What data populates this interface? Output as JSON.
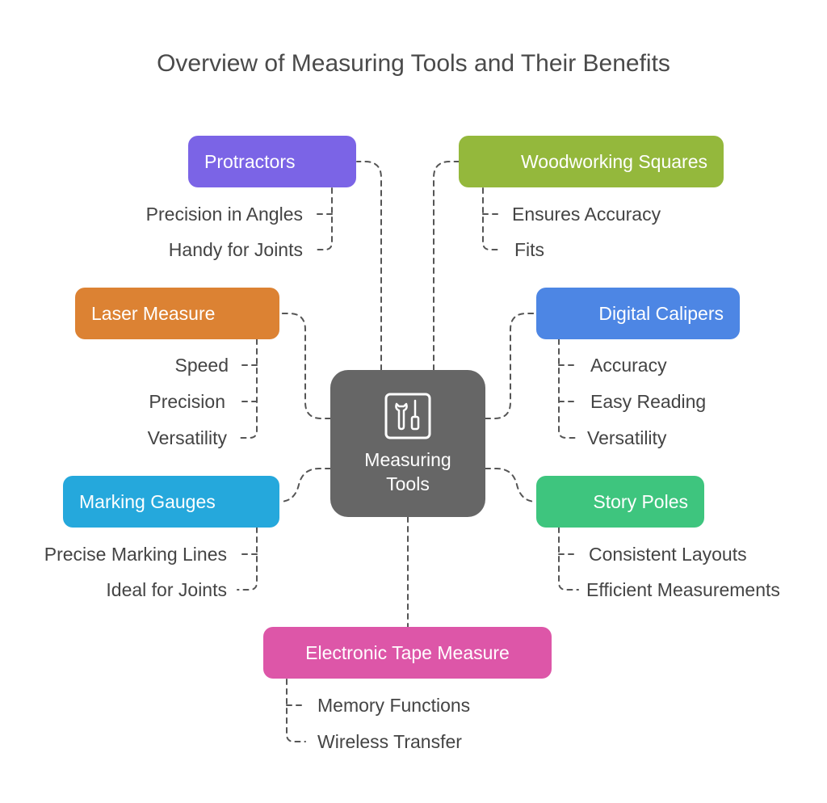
{
  "title": "Overview of Measuring Tools and Their Benefits",
  "center": {
    "label_line1": "Measuring",
    "label_line2": "Tools",
    "icon": "tools-icon"
  },
  "nodes": {
    "protractors": {
      "label": "Protractors",
      "color": "#7b64e6",
      "items": [
        "Precision in Angles",
        "Handy for Joints"
      ]
    },
    "woodworking_squares": {
      "label": "Woodworking Squares",
      "color": "#94b83c",
      "items": [
        "Ensures Accuracy",
        "Fits"
      ]
    },
    "laser_measure": {
      "label": "Laser Measure",
      "color": "#dc8233",
      "items": [
        "Speed",
        "Precision",
        "Versatility"
      ]
    },
    "digital_calipers": {
      "label": "Digital Calipers",
      "color": "#4d86e4",
      "items": [
        "Accuracy",
        "Easy Reading",
        "Versatility"
      ]
    },
    "marking_gauges": {
      "label": "Marking Gauges",
      "color": "#25a8dc",
      "items": [
        "Precise Marking Lines",
        "Ideal for Joints"
      ]
    },
    "story_poles": {
      "label": "Story Poles",
      "color": "#3ec57e",
      "items": [
        "Consistent Layouts",
        "Efficient Measurements"
      ]
    },
    "electronic_tape_measure": {
      "label": "Electronic Tape Measure",
      "color": "#dd56a8",
      "items": [
        "Memory Functions",
        "Wireless Transfer"
      ]
    }
  }
}
